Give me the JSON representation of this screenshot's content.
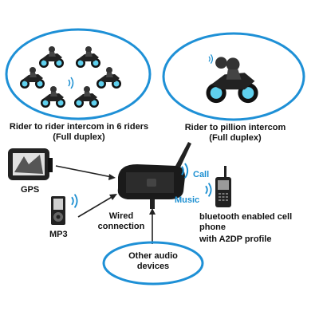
{
  "groups": {
    "rider_intercom": {
      "caption_line1": "Rider to rider intercom in 6 riders",
      "caption_line2": "(Full duplex)"
    },
    "pillion_intercom": {
      "caption_line1": "Rider to pillion intercom",
      "caption_line2": "(Full duplex)"
    }
  },
  "devices": {
    "gps": "GPS",
    "mp3": "MP3",
    "wired_line1": "Wired",
    "wired_line2": "connection",
    "phone_line1": "bluetooth enabled cell phone",
    "phone_line2": "with A2DP profile",
    "other_line1": "Other audio",
    "other_line2": "devices"
  },
  "signals": {
    "call": "Call",
    "music": "Music"
  },
  "colors": {
    "ellipse": "#1e90d6",
    "accent": "#1c8fd1",
    "bike": "#111111",
    "rider_blue": "#4ec8e8"
  }
}
